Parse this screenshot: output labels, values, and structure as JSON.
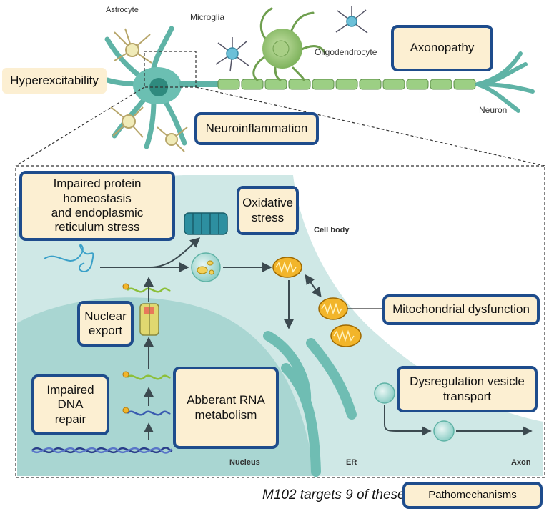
{
  "cell_labels": {
    "astrocyte": "Astrocyte",
    "microglia": "Microglia",
    "oligodendrocyte": "Oligodendrocyte",
    "neuron": "Neuron",
    "cell_body": "Cell body",
    "nucleus": "Nucleus",
    "er": "ER",
    "axon": "Axon"
  },
  "mechanisms": {
    "hyperexcitability": "Hyperexcitability",
    "axonopathy": "Axonopathy",
    "neuroinflammation": "Neuroinflammation",
    "protein_homeostasis": "Impaired protein\nhomeostasis\nand endoplasmic\nreticulum stress",
    "oxidative_stress": "Oxidative\nstress",
    "mitochondrial": "Mitochondrial dysfunction",
    "nuclear_export": "Nuclear\nexport",
    "dna_repair": "Impaired\nDNA\nrepair",
    "rna_metabolism": "Abberant RNA\nmetabolism",
    "vesicle_transport": "Dysregulation vesicle\ntransport"
  },
  "footer": {
    "caption": "M102 targets 9 of these",
    "legend": "Pathomechanisms"
  },
  "colors": {
    "box_fill": "#fcefd2",
    "box_border": "#1e4c8c",
    "cytoplasm": "#cfe8e6",
    "nucleus": "#a9d6d2",
    "neuron_teal": "#5fb3a6",
    "myelin": "#9ccf84",
    "mitochondria": "#f2b52a"
  }
}
